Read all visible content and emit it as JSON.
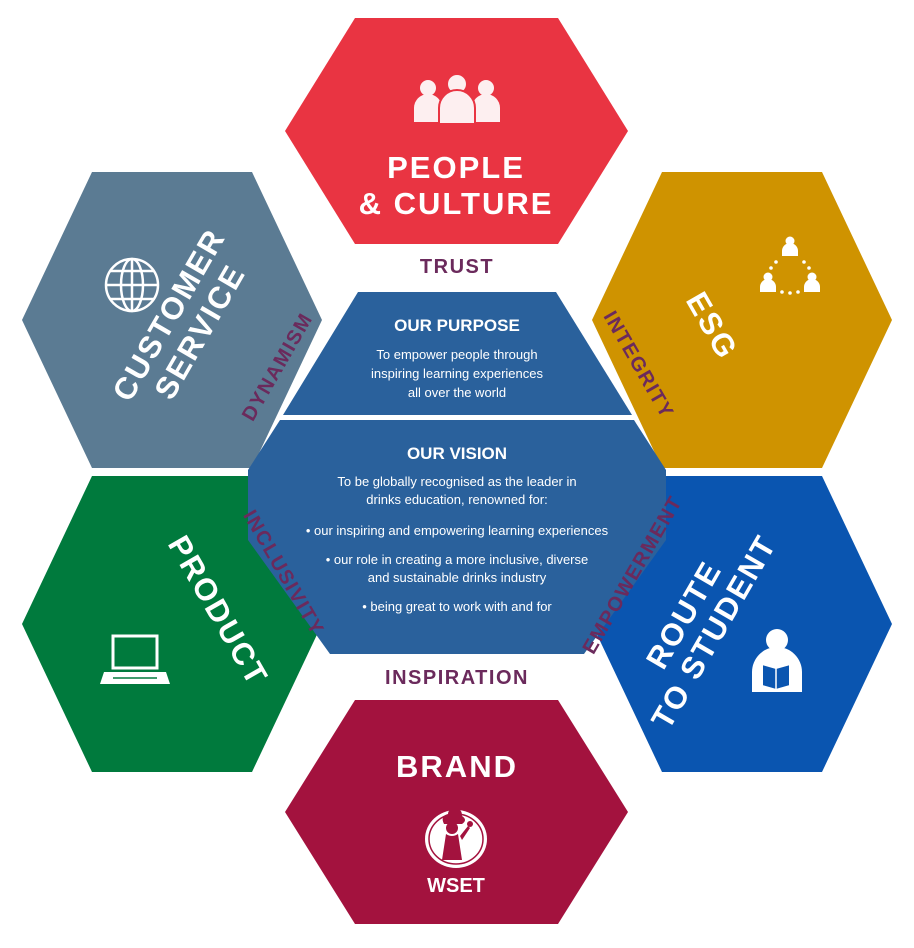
{
  "hexagons": {
    "people_culture": {
      "line1": "PEOPLE",
      "line2": "& CULTURE",
      "color": "#e93442",
      "icon": "people-group-icon"
    },
    "esg": {
      "label": "ESG",
      "color": "#cf9300",
      "icon": "network-people-icon"
    },
    "route_to_student": {
      "line1": "ROUTE",
      "line2": "TO STUDENT",
      "color": "#0a55b0",
      "icon": "reader-person-icon"
    },
    "brand": {
      "label": "BRAND",
      "logo_text": "WSET",
      "color": "#a3123e",
      "icon": "wset-logo"
    },
    "product": {
      "label": "PRODUCT",
      "color": "#007a3d",
      "icon": "laptop-icon"
    },
    "customer_service": {
      "line1": "CUSTOMER",
      "line2": "SERVICE",
      "color": "#5b7b93",
      "icon": "globe-icon"
    }
  },
  "values": {
    "trust": "TRUST",
    "integrity": "INTEGRITY",
    "empowerment": "EMPOWERMENT",
    "inspiration": "INSPIRATION",
    "inclusivity": "INCLUSIVITY",
    "dynamism": "DYNAMISM",
    "color": "#6b2a5c"
  },
  "purpose": {
    "title": "OUR PURPOSE",
    "line1": "To empower people through",
    "line2": "inspiring learning experiences",
    "line3": "all over the world",
    "color": "#2a619c"
  },
  "vision": {
    "title": "OUR VISION",
    "line1": "To be globally recognised as the leader in",
    "line2": "drinks education, renowned for:",
    "bullet1": "• our inspiring and empowering learning experiences",
    "bullet2a": "• our role in creating a more inclusive, diverse",
    "bullet2b": "and sustainable drinks industry",
    "bullet3": "• being great to work with and for",
    "color": "#2a619c"
  }
}
